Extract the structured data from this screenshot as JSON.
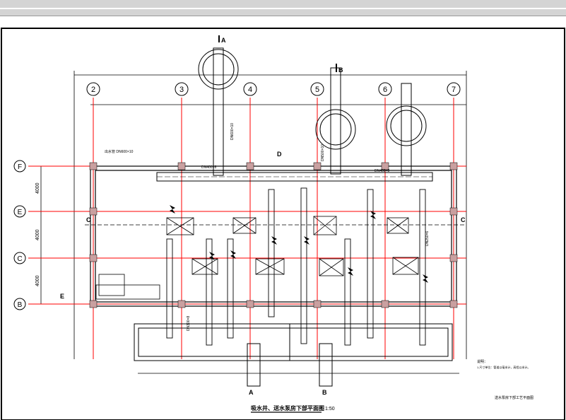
{
  "drawing": {
    "title": "吸水井、送水泵房下部平面图",
    "scale": "1:50",
    "side_title": "送水泵房下部工艺平面图",
    "notes_heading": "说明：",
    "notes_line": "1.尺寸单位：管道以毫米计，高程以米计。",
    "axis_columns": [
      "2",
      "3",
      "4",
      "5",
      "6",
      "7"
    ],
    "axis_rows": [
      "F",
      "E",
      "C",
      "B"
    ],
    "row_spacings": [
      "4000",
      "4000",
      "4000"
    ],
    "section_markers": [
      "A",
      "B",
      "D",
      "C",
      "E"
    ],
    "pipe_labels": [
      "DN600×10",
      "DN500×10",
      "DN400×8",
      "DN300×8",
      "DN250×6"
    ],
    "annotation_left": "出水管 DN600×10"
  },
  "colors": {
    "line": "#000000",
    "axis": "#ff0000",
    "frame": "#000000",
    "column": "#c9a0a0"
  }
}
